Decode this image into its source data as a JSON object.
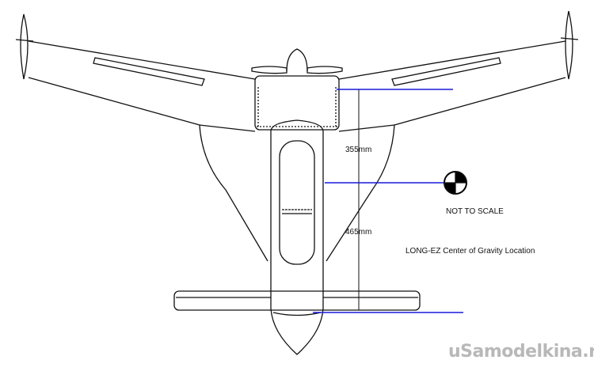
{
  "diagram": {
    "title": "LONG-EZ Center of Gravity Location",
    "note": "NOT TO SCALE",
    "dimension_upper": "355mm",
    "dimension_lower": "465mm",
    "watermark": "uSamodelkina.ru",
    "reference_line_color": "#1a1adc"
  }
}
